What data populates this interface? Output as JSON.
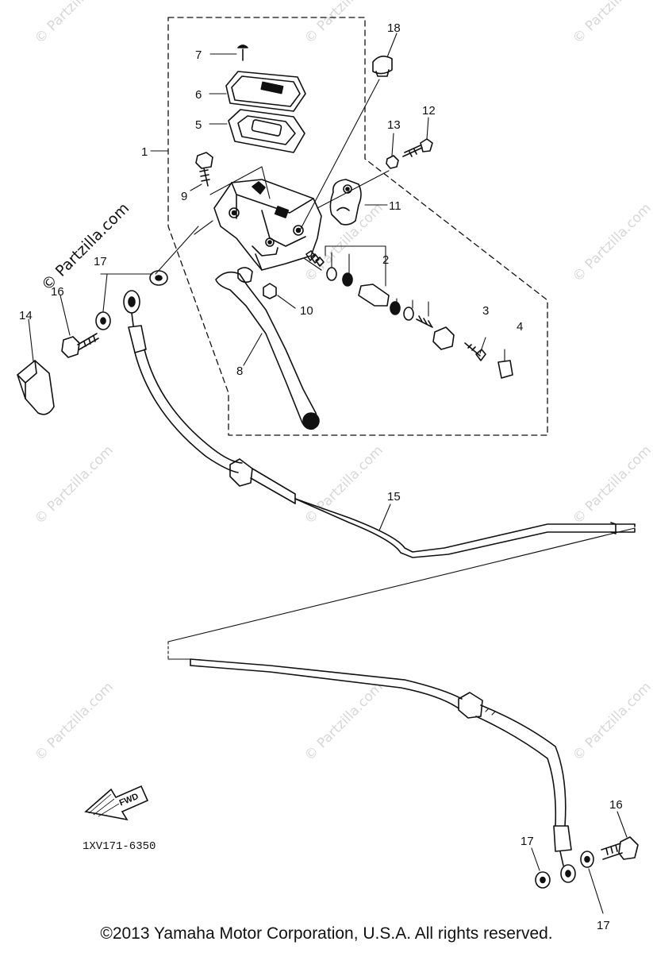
{
  "watermark": {
    "text": "Partzilla.com",
    "prefix": "©"
  },
  "part_numbers": {
    "p1": "1",
    "p2": "2",
    "p3": "3",
    "p4": "4",
    "p5": "5",
    "p6": "6",
    "p7": "7",
    "p8": "8",
    "p9": "9",
    "p10": "10",
    "p11": "11",
    "p12": "12",
    "p13": "13",
    "p14": "14",
    "p15": "15",
    "p16a": "16",
    "p16b": "16",
    "p17a": "17",
    "p17b": "17",
    "p17c": "17",
    "p18": "18"
  },
  "fwd_label": "FWD",
  "diagram_code": "1XV171-6350",
  "copyright": "©2013  Yamaha Motor Corporation, U.S.A. All rights reserved."
}
